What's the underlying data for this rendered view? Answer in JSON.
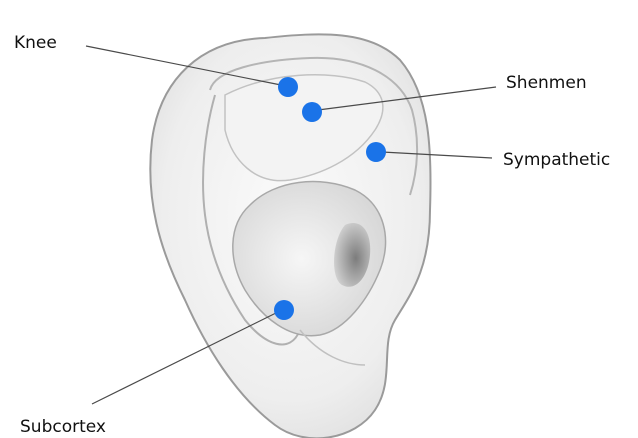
{
  "diagram": {
    "subject": "ear-auricle",
    "point_color": "#1a73e8",
    "labels": {
      "knee": "Knee",
      "shenmen": "Shenmen",
      "sympathetic": "Sympathetic",
      "subcortex": "Subcortex"
    }
  }
}
